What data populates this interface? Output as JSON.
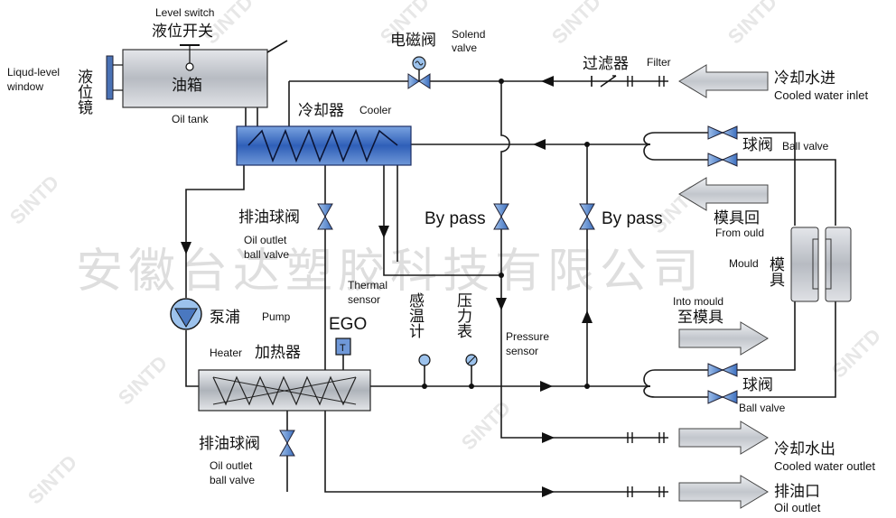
{
  "labels": {
    "level_switch_en": "Level switch",
    "level_switch_cn": "液位开关",
    "level_window_en_1": "Liqud-level",
    "level_window_en_2": "window",
    "level_window_cn": "液位镜",
    "oil_tank_cn": "油箱",
    "oil_tank_en": "Oil tank",
    "solenoid_cn": "电磁阀",
    "solenoid_en_1": "Solend",
    "solenoid_en_2": "valve",
    "filter_cn": "过滤器",
    "filter_en": "Filter",
    "cooled_in_cn": "冷却水进",
    "cooled_in_en": "Cooled water inlet",
    "cooler_cn": "冷却器",
    "cooler_en": "Cooler",
    "ball_valve_top_cn": "球阀",
    "ball_valve_top_en": "Ball valve",
    "bypass_1": "By pass",
    "bypass_2": "By pass",
    "from_mould_cn": "模具回",
    "from_mould_en": "From ould",
    "drain_valve_top_cn": "排油球阀",
    "drain_valve_top_en_1": "Oil outlet",
    "drain_valve_top_en_2": "ball valve",
    "thermal_sensor_en_1": "Thermal",
    "thermal_sensor_en_2": "sensor",
    "mould_en": "Mould",
    "mould_cn": "模具",
    "pump_cn": "泵浦",
    "pump_en": "Pump",
    "ego": "EGO",
    "sense_temp_cn": "感温计",
    "pressure_gauge_cn": "压力表",
    "pressure_sensor_en_1": "Pressure",
    "pressure_sensor_en_2": "sensor",
    "into_mould_en": "Into mould",
    "into_mould_cn": "至模具",
    "heater_en": "Heater",
    "heater_cn": "加热器",
    "ball_valve_bottom_cn": "球阀",
    "ball_valve_bottom_en": "Ball valve",
    "drain_valve_bottom_cn": "排油球阀",
    "drain_valve_bottom_en_1": "Oil outlet",
    "drain_valve_bottom_en_2": "ball valve",
    "cooled_out_cn": "冷却水出",
    "cooled_out_en": "Cooled water outlet",
    "oil_outlet_cn": "排油口",
    "oil_outlet_en": "Oil outlet"
  },
  "watermark": {
    "company_cn": "安徽台达塑胶科技有限公司",
    "logo": "SINTD"
  },
  "colors": {
    "pipe": "#1a1a1a",
    "valve_blue": "#5b8fd0",
    "cooler_blue": "#3f6fc4",
    "tank_gray": "#c9ccd1",
    "arrow_gray": "#d4d7dc"
  }
}
